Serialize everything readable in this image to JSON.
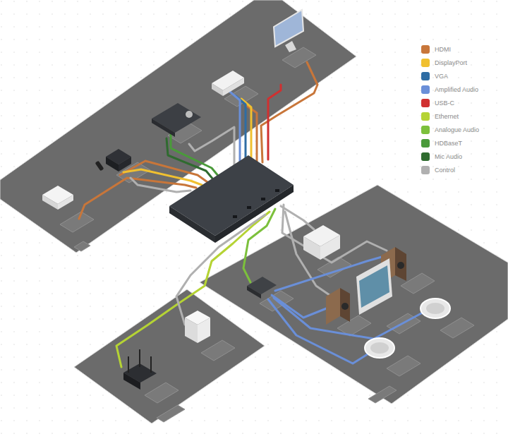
{
  "diagram": {
    "legend": [
      {
        "text": "HDMI",
        "color": "#c8763a"
      },
      {
        "text": "DisplayPort",
        "color": "#f0c030"
      },
      {
        "text": "VGA",
        "color": "#2e6da4"
      },
      {
        "text": "Amplified Audio",
        "color": "#6a8fd8"
      },
      {
        "text": "USB-C",
        "color": "#d03030"
      },
      {
        "text": "Ethernet",
        "color": "#b5d334"
      },
      {
        "text": "Analogue Audio",
        "color": "#7cc03c"
      },
      {
        "text": "HDBaseT",
        "color": "#4a9a3a"
      },
      {
        "text": "Mic Audio",
        "color": "#2f6b2f"
      },
      {
        "text": "Control",
        "color": "#b0b0b0"
      }
    ]
  }
}
